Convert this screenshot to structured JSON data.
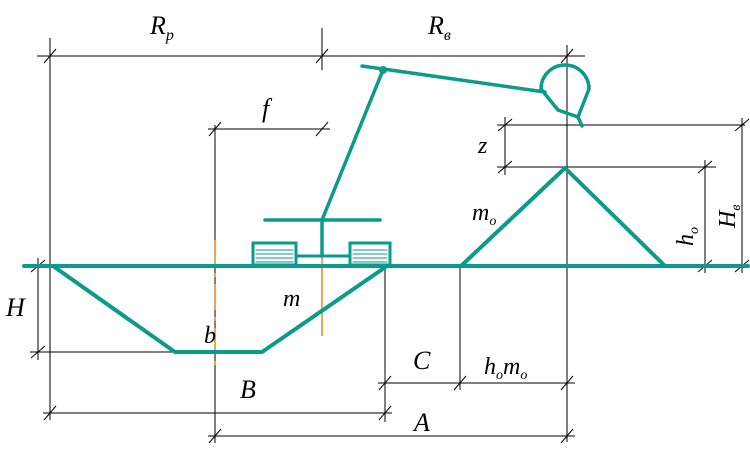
{
  "colors": {
    "structure": "#0a9b8c",
    "axis": "#f28c28",
    "dimension": "#000000"
  },
  "labels": {
    "Rp": {
      "main": "R",
      "sub": "р"
    },
    "Rv": {
      "main": "R",
      "sub": "в"
    },
    "f": "f",
    "z": "z",
    "mo": {
      "main": "m",
      "sub": "о"
    },
    "ho": {
      "main": "h",
      "sub": "о"
    },
    "Hv": {
      "main": "H",
      "sub": "в"
    },
    "H": "H",
    "m": "m",
    "b": "b",
    "B": "B",
    "C": "C",
    "homo": {
      "h": "h",
      "sub1": "о",
      "m": "m",
      "sub2": "о"
    },
    "A": "A"
  }
}
